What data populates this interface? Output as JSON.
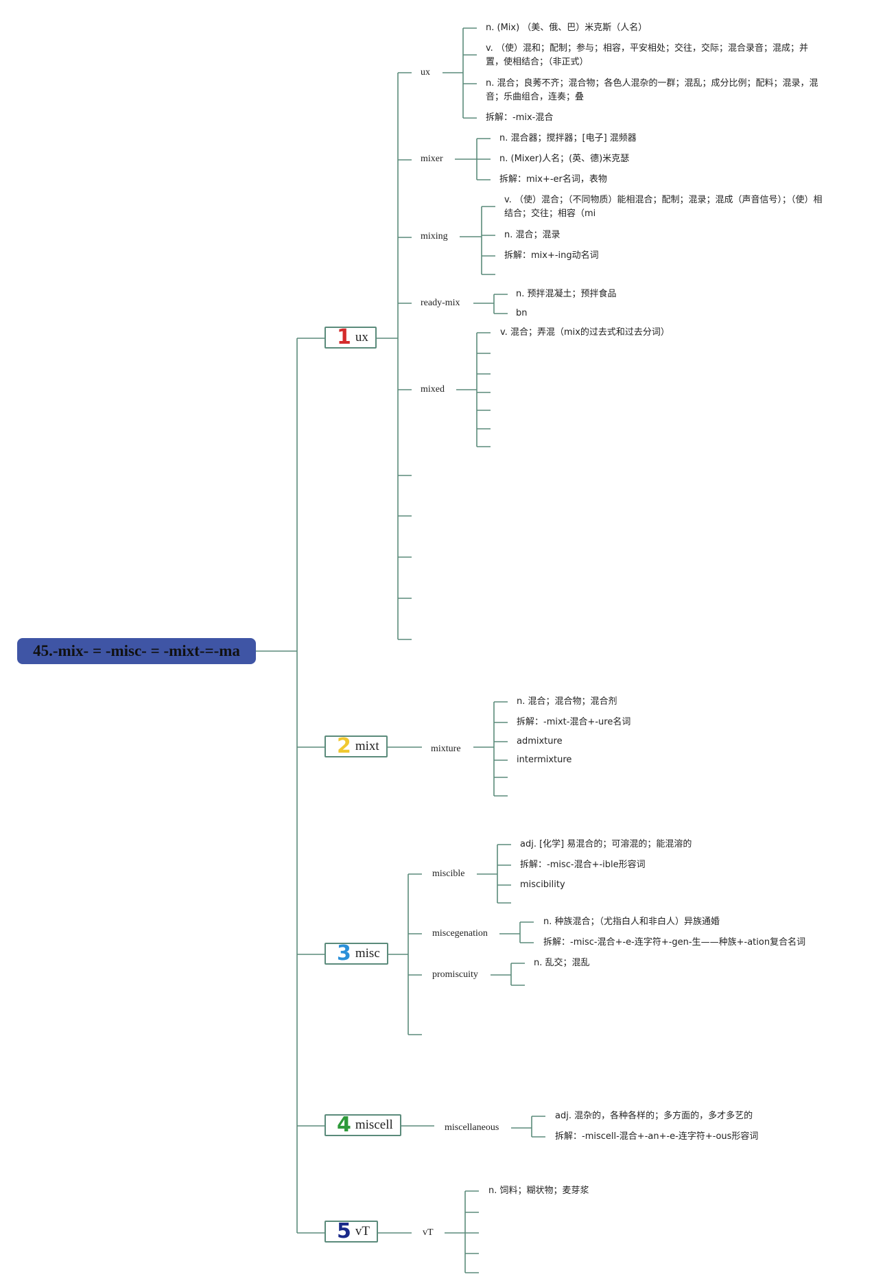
{
  "root": {
    "title": "45.-mix- = -misc- = -mixt-=-ma",
    "color": "#3f55a5"
  },
  "branches": [
    {
      "num": "1",
      "num_color": "#d42c2c",
      "label": "ux",
      "children": [
        {
          "label": "ux",
          "leaves": [
            "n. (Mix) （美、俄、巴）米克斯（人名）",
            "v. （使）混和；配制；参与；相容，平安相处；交往，交际；混合录音；混成；并置，使相结合；（非正式）",
            "n. 混合；良莠不齐；混合物；各色人混杂的一群；混乱；成分比例；配料；混录，混音；乐曲组合，连奏；叠",
            "拆解：-mix-混合"
          ]
        },
        {
          "label": "mixer",
          "leaves": [
            "n. 混合器；搅拌器；[电子] 混频器",
            "n. (Mixer)人名；(英、德)米克瑟",
            "拆解：mix+-er名词，表物"
          ]
        },
        {
          "label": "mixing",
          "leaves": [
            "v. （使）混合；（不同物质）能相混合；配制；混录；混成（声音信号）；（使）相结合；交往；相容（mi",
            "n. 混合；混录",
            "拆解：mix+-ing动名词"
          ]
        },
        {
          "label": "ready-mix",
          "leaves": [
            "n. 预拌混凝土；预拌食品",
            "bn"
          ]
        },
        {
          "label": "mixed",
          "leaves": [
            "v. 混合；弄混（mix的过去式和过去分词）"
          ]
        }
      ]
    },
    {
      "num": "2",
      "num_color": "#f0c830",
      "label": "mixt",
      "children": [
        {
          "label": "mixture",
          "leaves": [
            "n. 混合；混合物；混合剂",
            "拆解：-mixt-混合+-ure名词",
            "admixture",
            "intermixture"
          ]
        }
      ]
    },
    {
      "num": "3",
      "num_color": "#2a8fd8",
      "label": "misc",
      "children": [
        {
          "label": "miscible",
          "leaves": [
            "adj. [化学] 易混合的；可溶混的；能混溶的",
            "拆解：-misc-混合+-ible形容词",
            "miscibility"
          ]
        },
        {
          "label": "miscegenation",
          "leaves": [
            "n. 种族混合；（尤指白人和非白人）异族通婚",
            "拆解：-misc-混合+-e-连字符+-gen-生——种族+-ation复合名词"
          ]
        },
        {
          "label": "promiscuity",
          "leaves": [
            "n. 乱交；混乱"
          ]
        }
      ]
    },
    {
      "num": "4",
      "num_color": "#2e9a3a",
      "label": "miscell",
      "children": [
        {
          "label": "miscellaneous",
          "leaves": [
            "adj. 混杂的，各种各样的；多方面的，多才多艺的",
            "拆解：-miscell-混合+-an+-e-连字符+-ous形容词"
          ]
        }
      ]
    },
    {
      "num": "5",
      "num_color": "#1a2a8a",
      "label": "vT",
      "children": [
        {
          "label": "vT",
          "leaves": [
            "n. 饲料；糊状物；麦芽浆"
          ]
        }
      ]
    }
  ],
  "line_color": "#5a8a7a"
}
